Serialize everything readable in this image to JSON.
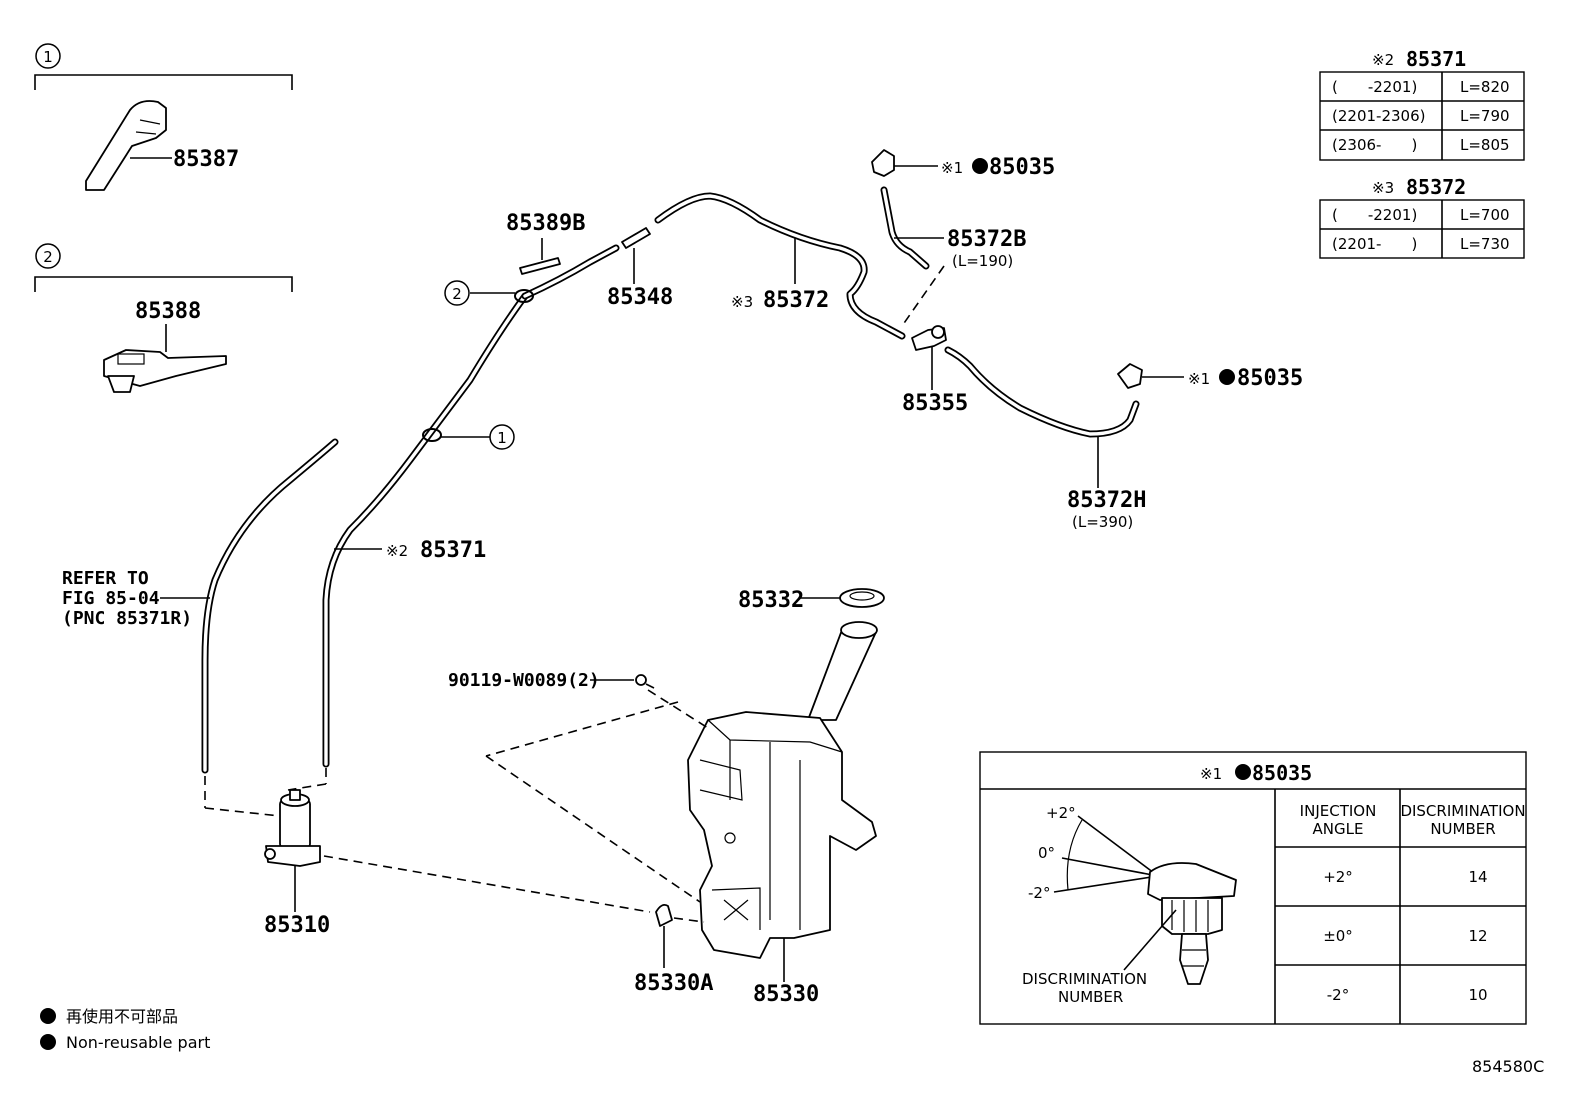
{
  "callouts": {
    "c1": "1",
    "c2": "2",
    "c1_inline": "1",
    "c2_inline": "2"
  },
  "parts": {
    "p85387": "85387",
    "p85388": "85388",
    "p85389B": "85389B",
    "p85348": "85348",
    "p85372_prefix": "※3",
    "p85372": "85372",
    "p85035_top_prefix": "※1",
    "p85035_top": "85035",
    "p85372B": "85372B",
    "p85372B_len": "(L=190)",
    "p85355": "85355",
    "p85035_right_prefix": "※1",
    "p85035_right": "85035",
    "p85372H": "85372H",
    "p85372H_len": "(L=390)",
    "p85371_prefix": "※2",
    "p85371": "85371",
    "p85332": "85332",
    "bolt": "90119-W0089(2)",
    "p85310": "85310",
    "p85330A": "85330A",
    "p85330": "85330"
  },
  "refer": {
    "line1": "REFER TO",
    "line2": "FIG 85-04",
    "line3": "(PNC 85371R)"
  },
  "table_85371": {
    "title_prefix": "※2",
    "title": "85371",
    "rows": [
      {
        "period": "(　　-2201)",
        "length": "L=820"
      },
      {
        "period": "(2201-2306)",
        "length": "L=790"
      },
      {
        "period": "(2306-　　)",
        "length": "L=805"
      }
    ]
  },
  "table_85372": {
    "title_prefix": "※3",
    "title": "85372",
    "rows": [
      {
        "period": "(　　-2201)",
        "length": "L=700"
      },
      {
        "period": "(2201-　　)",
        "length": "L=730"
      }
    ]
  },
  "nozzle_box": {
    "title_prefix": "※1",
    "title": "85035",
    "angle_plus": "+2°",
    "angle_zero": "0°",
    "angle_minus": "-2°",
    "disc_label_1": "DISCRIMINATION",
    "disc_label_2": "NUMBER",
    "col1_line1": "INJECTION",
    "col1_line2": "ANGLE",
    "col2_line1": "DISCRIMINATION",
    "col2_line2": "NUMBER",
    "rows": [
      {
        "angle": "+2°",
        "number": "14"
      },
      {
        "angle": "±0°",
        "number": "12"
      },
      {
        "angle": "-2°",
        "number": "10"
      }
    ]
  },
  "legend": {
    "jp": "再使用不可部品",
    "en": "Non-reusable part"
  },
  "figure_code": "854580C"
}
